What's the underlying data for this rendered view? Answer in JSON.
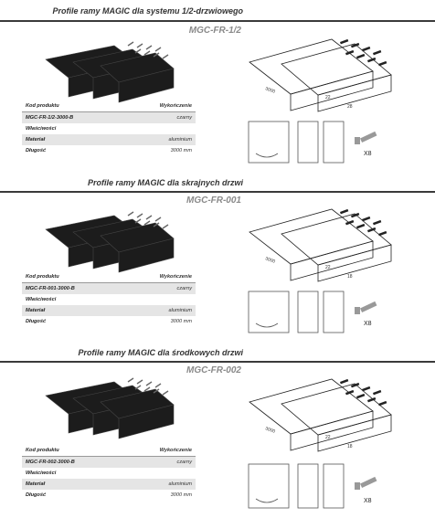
{
  "sections": [
    {
      "title": "Profile ramy MAGIC dla systemu 1/2-drzwiowego",
      "code": "MGC-FR-1/2",
      "table": {
        "col_product": "Kod produktu",
        "col_finish": "Wykończenie",
        "product_code": "MGC-FR-1/2-3000-B",
        "finish": "czarny",
        "props_label": "Właściwości",
        "material_label": "Materiał",
        "material_value": "aluminium",
        "length_label": "Długość",
        "length_value": "3000 mm"
      },
      "drawing": {
        "dim_length": "3000",
        "dim_a": "22",
        "dim_b": "28",
        "qty": "X8"
      }
    },
    {
      "title": "Profile ramy MAGIC dla skrajnych drzwi",
      "code": "MGC-FR-001",
      "table": {
        "col_product": "Kod produktu",
        "col_finish": "Wykończenie",
        "product_code": "MGC-FR-001-3000-B",
        "finish": "czarny",
        "props_label": "Właściwości",
        "material_label": "Materiał",
        "material_value": "aluminium",
        "length_label": "Długość",
        "length_value": "3000 mm"
      },
      "drawing": {
        "dim_length": "3000",
        "dim_a": "22",
        "dim_b": "18",
        "qty": "X8"
      }
    },
    {
      "title": "Profile ramy MAGIC dla środkowych drzwi",
      "code": "MGC-FR-002",
      "table": {
        "col_product": "Kod produktu",
        "col_finish": "Wykończenie",
        "product_code": "MGC-FR-002-3000-B",
        "finish": "czarny",
        "props_label": "Właściwości",
        "material_label": "Materiał",
        "material_value": "aluminium",
        "length_label": "Długość",
        "length_value": "3000 mm"
      },
      "drawing": {
        "dim_length": "3000",
        "dim_a": "22",
        "dim_b": "18",
        "qty": "X8"
      }
    }
  ],
  "colors": {
    "rule": "#3a3a3a",
    "code": "#8a8a8a",
    "shade": "#e5e5e5",
    "profile": "#1a1a1a"
  }
}
